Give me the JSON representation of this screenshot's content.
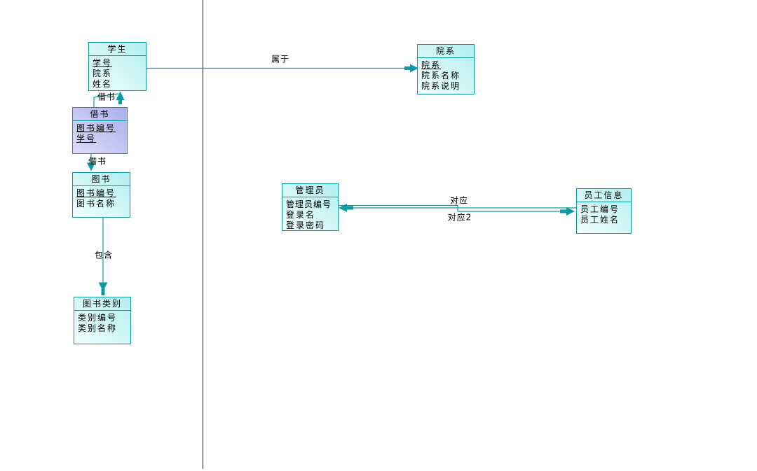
{
  "diagram": {
    "type": "entity-relationship-diagram",
    "background_color": "#ffffff",
    "line_color": "#0a9ba6",
    "entity_border_color": "#0a9b9b",
    "entity_fill_light": "#f2fefe",
    "entity_fill_cyan": "#b2eff1",
    "entity_fill_purple": "#a9b0ec",
    "divider_color": "#1a1a1a"
  },
  "entities": [
    {
      "id": "student",
      "title": "学生",
      "attributes": [
        {
          "text": "学号",
          "key": true
        },
        {
          "text": "院系",
          "key": false
        },
        {
          "text": "姓名",
          "key": false
        }
      ]
    },
    {
      "id": "borrow",
      "title": "借书",
      "attributes": [
        {
          "text": "图书编号",
          "key": true
        },
        {
          "text": "学号",
          "key": true
        }
      ]
    },
    {
      "id": "book",
      "title": "图书",
      "attributes": [
        {
          "text": "图书编号",
          "key": true
        },
        {
          "text": "图书名称",
          "key": false
        }
      ]
    },
    {
      "id": "book-category",
      "title": "图书类别",
      "attributes": [
        {
          "text": "类别编号",
          "key": false
        },
        {
          "text": "类别名称",
          "key": false
        }
      ]
    },
    {
      "id": "department",
      "title": "院系",
      "attributes": [
        {
          "text": "院系",
          "key": true
        },
        {
          "text": "院系名称",
          "key": false
        },
        {
          "text": "院系说明",
          "key": false
        }
      ]
    },
    {
      "id": "admin",
      "title": "管理员",
      "attributes": [
        {
          "text": "管理员编号",
          "key": false
        },
        {
          "text": "登录名",
          "key": false
        },
        {
          "text": "登录密码",
          "key": false
        }
      ]
    },
    {
      "id": "employee-info",
      "title": "员工信息",
      "attributes": [
        {
          "text": "员工编号",
          "key": false
        },
        {
          "text": "员工姓名",
          "key": false
        }
      ]
    }
  ],
  "relationships": [
    {
      "label": "属于",
      "from": "学生",
      "to": "院系"
    },
    {
      "label": "借书",
      "from": "借书",
      "to": "学生"
    },
    {
      "label": "借书",
      "from": "借书",
      "to": "图书"
    },
    {
      "label": "包含",
      "from": "图书",
      "to": "图书类别"
    },
    {
      "label": "对应",
      "from": "员工信息",
      "to": "管理员"
    },
    {
      "label": "对应2",
      "from": "管理员",
      "to": "员工信息"
    }
  ]
}
